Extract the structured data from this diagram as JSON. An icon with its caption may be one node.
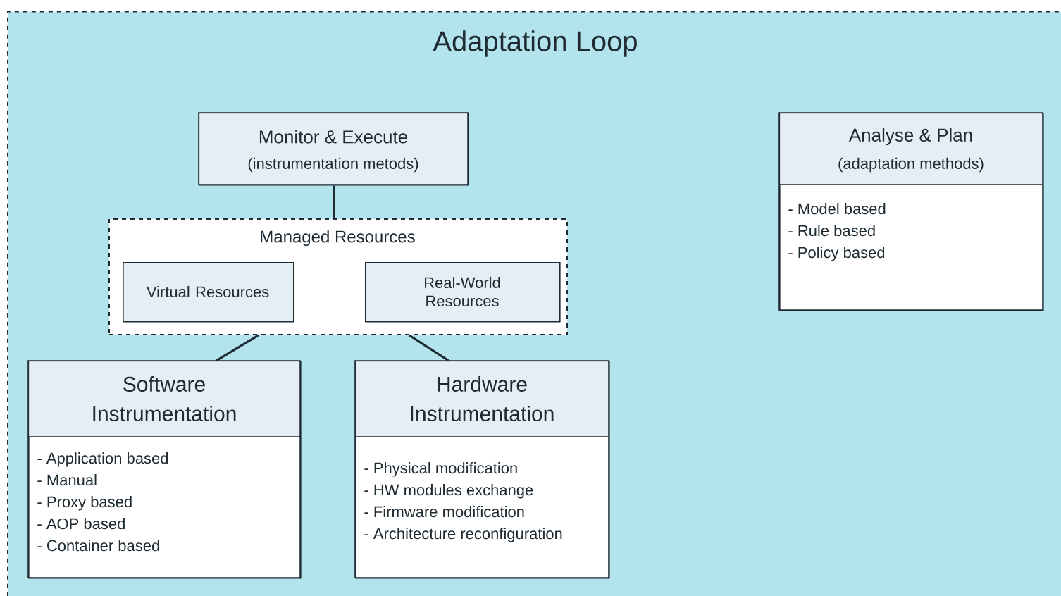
{
  "diagram": {
    "nodes": [
      {
        "text": [
          "Adaptation Loop"
        ]
      },
      {
        "text": [
          "Monitor & Execute",
          "(instrumentation metods)"
        ],
        "in": 0
      },
      {
        "text": [
          "Managed Resources"
        ],
        "in": 0
      },
      {
        "text": [
          "Virtual Resources"
        ],
        "in": 2
      },
      {
        "text": [
          "Real-World Resources"
        ],
        "in": 2
      },
      {
        "text": [
          "Software Instrumentation",
          "- Application based",
          "- Manual",
          "- Proxy based",
          "- AOP based",
          "- Container based"
        ],
        "in": 0
      },
      {
        "text": [
          "Hardware Instrumentation",
          "- Physical modification",
          "- HW modules exchange",
          "- Firmware modification",
          "- Architecture reconfiguration"
        ],
        "in": 0
      },
      {
        "text": [
          "Analyse & Plan",
          "(adaptation methods)",
          "- Model based",
          "- Rule based",
          "- Policy based"
        ],
        "in": 0
      }
    ],
    "edges": [
      {
        "from": 1,
        "to": 2,
        "arrow": "none"
      },
      {
        "from": 2,
        "to": 5,
        "arrow": "none"
      },
      {
        "from": 2,
        "to": 6,
        "arrow": "none"
      }
    ]
  }
}
